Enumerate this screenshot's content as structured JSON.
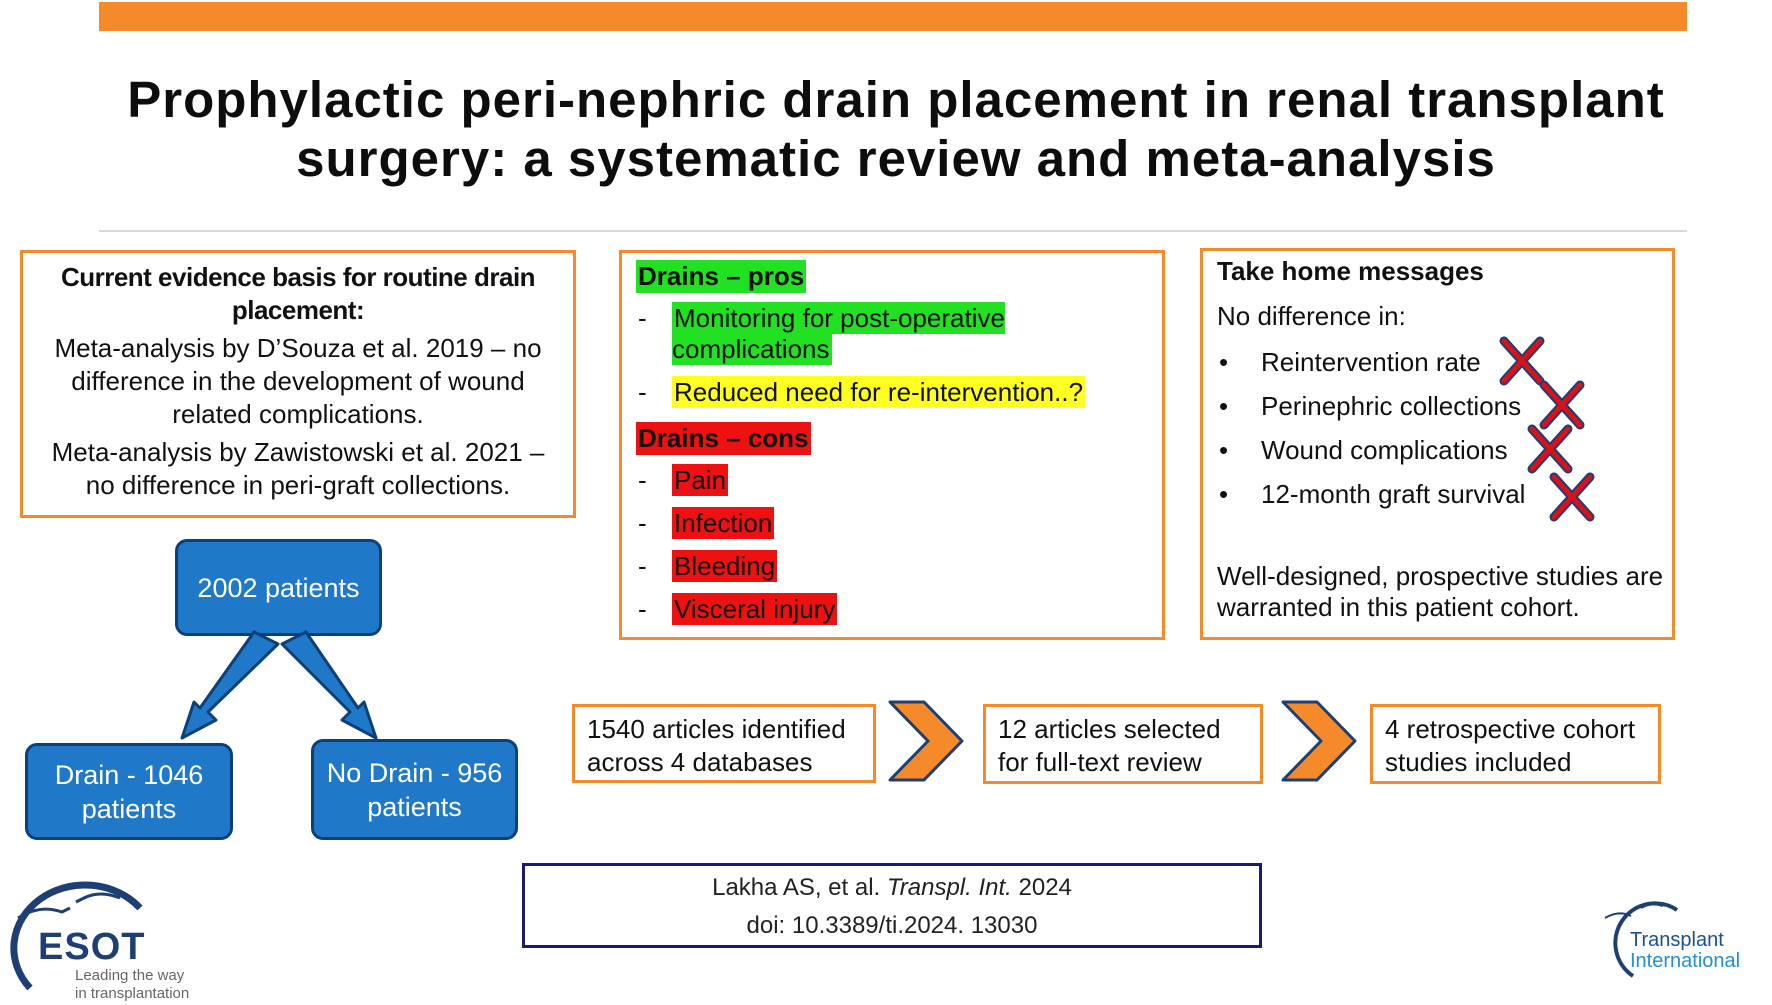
{
  "title": {
    "line1": "Prophylactic peri-nephric drain placement in renal transplant",
    "line2": "surgery: a systematic review and meta-analysis"
  },
  "evidence": {
    "heading": "Current evidence basis for routine drain placement:",
    "p1": "Meta-analysis by D’Souza et al. 2019 – no difference in the development of wound related complications.",
    "p2": "Meta-analysis by Zawistowski et al. 2021 – no difference in peri-graft collections."
  },
  "patients": {
    "total": "2002 patients",
    "drain": "Drain - 1046 patients",
    "no_drain": "No Drain - 956 patients"
  },
  "pros_cons": {
    "pros_heading": "Drains – pros",
    "pros": [
      "Monitoring for post-operative complications",
      "Reduced need for re-intervention..?"
    ],
    "cons_heading": "Drains – cons",
    "cons": [
      "Pain",
      "Infection",
      "Bleeding",
      "Visceral injury"
    ]
  },
  "take_home": {
    "heading": "Take home messages",
    "subheading": "No difference in:",
    "items": [
      "Reintervention rate",
      "Perinephric collections",
      "Wound complications",
      "12-month graft survival"
    ],
    "footer": "Well-designed, prospective studies are warranted in this patient cohort."
  },
  "flow": {
    "step1": "1540 articles identified across 4 databases",
    "step2": "12 articles selected for full-text review",
    "step3": "4 retrospective cohort studies included"
  },
  "citation": {
    "authors": "Lakha AS, et al.",
    "journal": "Transpl. Int.",
    "year": "2024",
    "doi": "doi: 10.3389/ti.2024. 13030"
  },
  "logos": {
    "esot": "ESOT",
    "esot_tag1": "Leading the way",
    "esot_tag2": "in transplantation",
    "ti1": "Transplant",
    "ti2": "International"
  },
  "colors": {
    "accent_orange": "#f58a2a",
    "box_blue": "#1f78c8",
    "highlight_green": "#22e022",
    "highlight_yellow": "#ffff22",
    "highlight_red": "#ee1111",
    "cross_red": "#d9121a"
  }
}
